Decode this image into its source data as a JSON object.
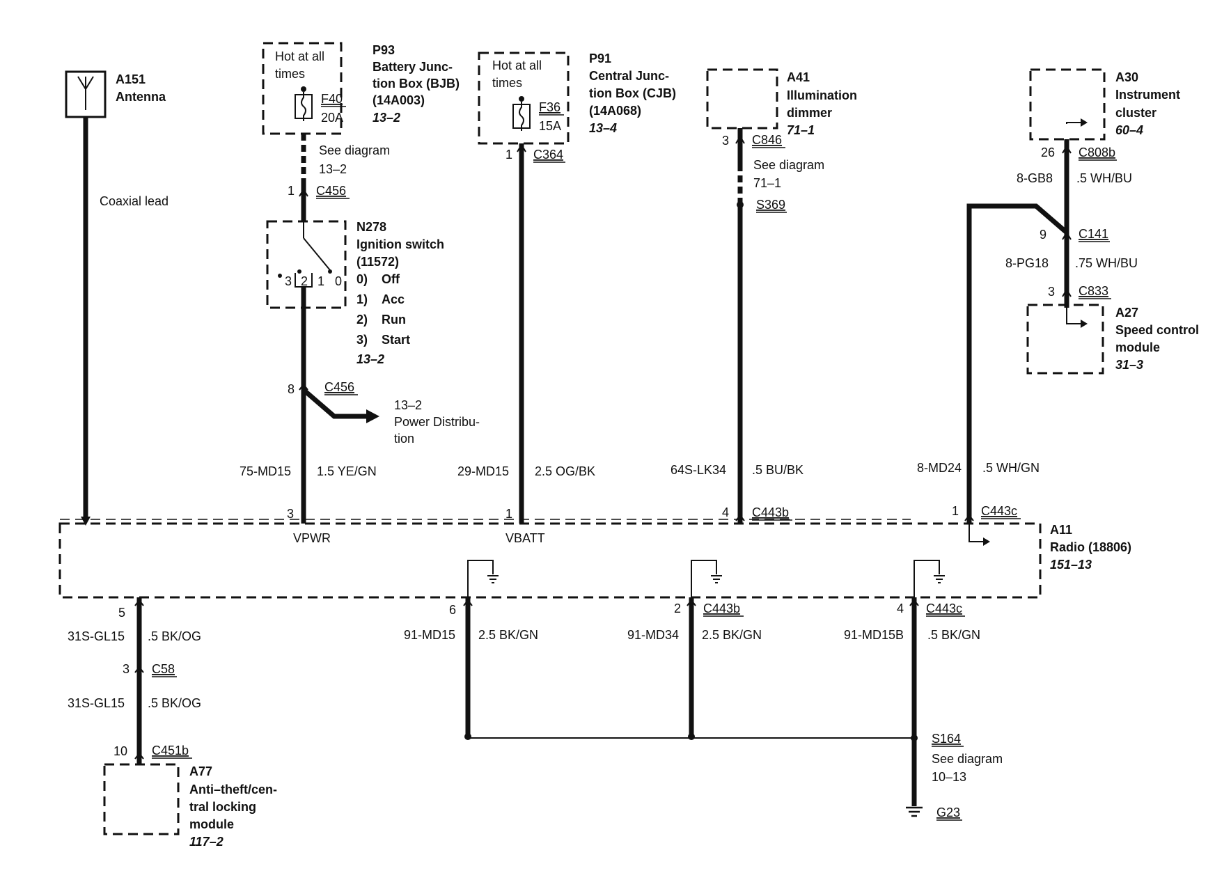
{
  "antenna": {
    "id": "A151",
    "name": "Antenna",
    "lead": "Coaxial lead"
  },
  "p93": {
    "hot1": "Hot at all",
    "hot2": "times",
    "fuse": "F40",
    "rating": "20A",
    "id": "P93",
    "name1": "Battery Junc-",
    "name2": "tion Box (BJB)",
    "part": "(14A003)",
    "ref": "13–2",
    "see1": "See diagram",
    "see2": "13–2",
    "pin": "1",
    "conn": "C456"
  },
  "ignition": {
    "id": "N278",
    "name": "Ignition switch",
    "part": "(11572)",
    "pos0": "0)",
    "pos0l": "Off",
    "pos1": "1)",
    "pos1l": "Acc",
    "pos2": "2)",
    "pos2l": "Run",
    "pos3": "3)",
    "pos3l": "Start",
    "ref": "13–2",
    "s3": "3",
    "s2": "2",
    "s1": "1",
    "s0": "0",
    "pin8": "8",
    "conn8": "C456",
    "dist1": "13–2",
    "dist2": "Power Distribu-",
    "dist3": "tion",
    "circuit": "75-MD15",
    "color": "1.5 YE/GN",
    "pin": "3",
    "label": "VPWR"
  },
  "p91": {
    "hot1": "Hot at all",
    "hot2": "times",
    "fuse": "F36",
    "rating": "15A",
    "id": "P91",
    "name1": "Central Junc-",
    "name2": "tion Box (CJB)",
    "part": "(14A068)",
    "ref": "13–4",
    "pin": "1",
    "conn": "C364",
    "circuit": "29-MD15",
    "color": "2.5 OG/BK",
    "pin2": "1",
    "label": "VBATT"
  },
  "a41": {
    "id": "A41",
    "name1": "Illumination",
    "name2": "dimmer",
    "ref": "71–1",
    "pin": "3",
    "conn": "C846",
    "see1": "See diagram",
    "see2": "71–1",
    "splice": "S369",
    "circuit": "64S-LK34",
    "color": ".5 BU/BK",
    "pin2": "4",
    "conn2": "C443b"
  },
  "a30": {
    "id": "A30",
    "name1": "Instrument",
    "name2": "cluster",
    "ref": "60–4",
    "pin": "26",
    "conn": "C808b",
    "circuit": "8-GB8",
    "color": ".5 WH/BU",
    "pin9": "9",
    "conn9": "C141",
    "circuit2": "8-PG18",
    "color2": ".75 WH/BU",
    "pin3": "3",
    "conn3": "C833"
  },
  "a27": {
    "id": "A27",
    "name1": "Speed control",
    "name2": "module",
    "ref": "31–3"
  },
  "radio": {
    "id": "A11",
    "name": "Radio (18806)",
    "ref": "151–13",
    "circuit": "8-MD24",
    "color": ".5 WH/GN",
    "pin": "1",
    "conn": "C443c"
  },
  "bottom": {
    "w1": {
      "pin": "5",
      "circuit": "31S-GL15",
      "color": ".5 BK/OG",
      "pin3": "3",
      "conn": "C58",
      "circuit2": "31S-GL15",
      "color2": ".5 BK/OG",
      "pin10": "10",
      "conn10": "C451b"
    },
    "w2": {
      "pin": "6",
      "circuit": "91-MD15",
      "color": "2.5 BK/GN"
    },
    "w3": {
      "pin": "2",
      "conn": "C443b",
      "circuit": "91-MD34",
      "color": "2.5 BK/GN"
    },
    "w4": {
      "pin": "4",
      "conn": "C443c",
      "circuit": "91-MD15B",
      "color": ".5 BK/GN",
      "splice": "S164",
      "see1": "See diagram",
      "see2": "10–13",
      "ground": "G23"
    }
  },
  "a77": {
    "id": "A77",
    "name1": "Anti–theft/cen-",
    "name2": "tral locking",
    "name3": "module",
    "ref": "117–2"
  }
}
